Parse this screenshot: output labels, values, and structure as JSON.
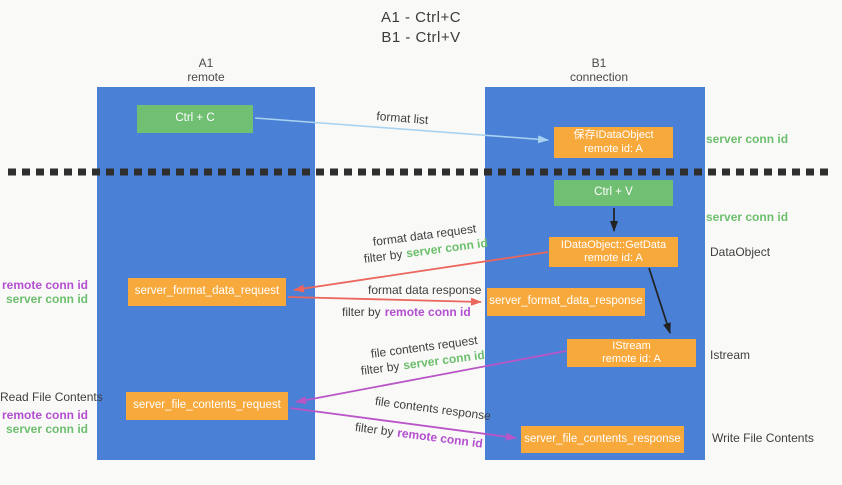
{
  "title": {
    "line1": "A1 - Ctrl+C",
    "line2": "B1 - Ctrl+V"
  },
  "columns": {
    "left": {
      "name": "A1",
      "subtitle": "remote"
    },
    "right": {
      "name": "B1",
      "subtitle": "connection"
    }
  },
  "nodes": {
    "ctrl_c": "Ctrl + C",
    "ctrl_v": "Ctrl + V",
    "save_idataobject": {
      "line1": "保存IDataObject",
      "line2": "remote id: A"
    },
    "getdata": {
      "line1": "IDataObject::GetData",
      "line2": "remote id: A"
    },
    "istream": {
      "line1": "IStream",
      "line2": "remote id: A"
    },
    "format_request": "server_format_data_request",
    "format_response": "server_format_data_response",
    "file_request": "server_file_contents_request",
    "file_response": "server_file_contents_response"
  },
  "arrow_labels": {
    "format_list": "format list",
    "format_data_request": "format data request",
    "format_data_response": "format data response",
    "file_contents_request": "file contents request",
    "file_contents_response": "file contents response",
    "filter_by": "filter by",
    "server_conn_id": "server conn id",
    "remote_conn_id": "remote conn id"
  },
  "side_labels": {
    "server_conn_id_top": "server conn id",
    "server_conn_id_mid": "server conn id",
    "dataobject": "DataObject",
    "istream": "Istream",
    "write_file_contents": "Write File Contents",
    "read_file_contents": "Read File Contents",
    "remote_conn_id": "remote conn id",
    "server_conn_id": "server conn id"
  },
  "colors": {
    "background": "#f9f9f8",
    "column_blue": "#4a80d6",
    "box_green": "#71bf73",
    "box_orange": "#f8a93c",
    "label_green": "#6dbf6d",
    "label_purple": "#b44fd0",
    "arrow_red": "#eb665d",
    "arrow_purple": "#ba55c7",
    "arrow_blue": "#a8d2f0",
    "arrow_black": "#222222",
    "dotted_line": "#2e2e2e",
    "text_gray": "#3f3f3f"
  }
}
